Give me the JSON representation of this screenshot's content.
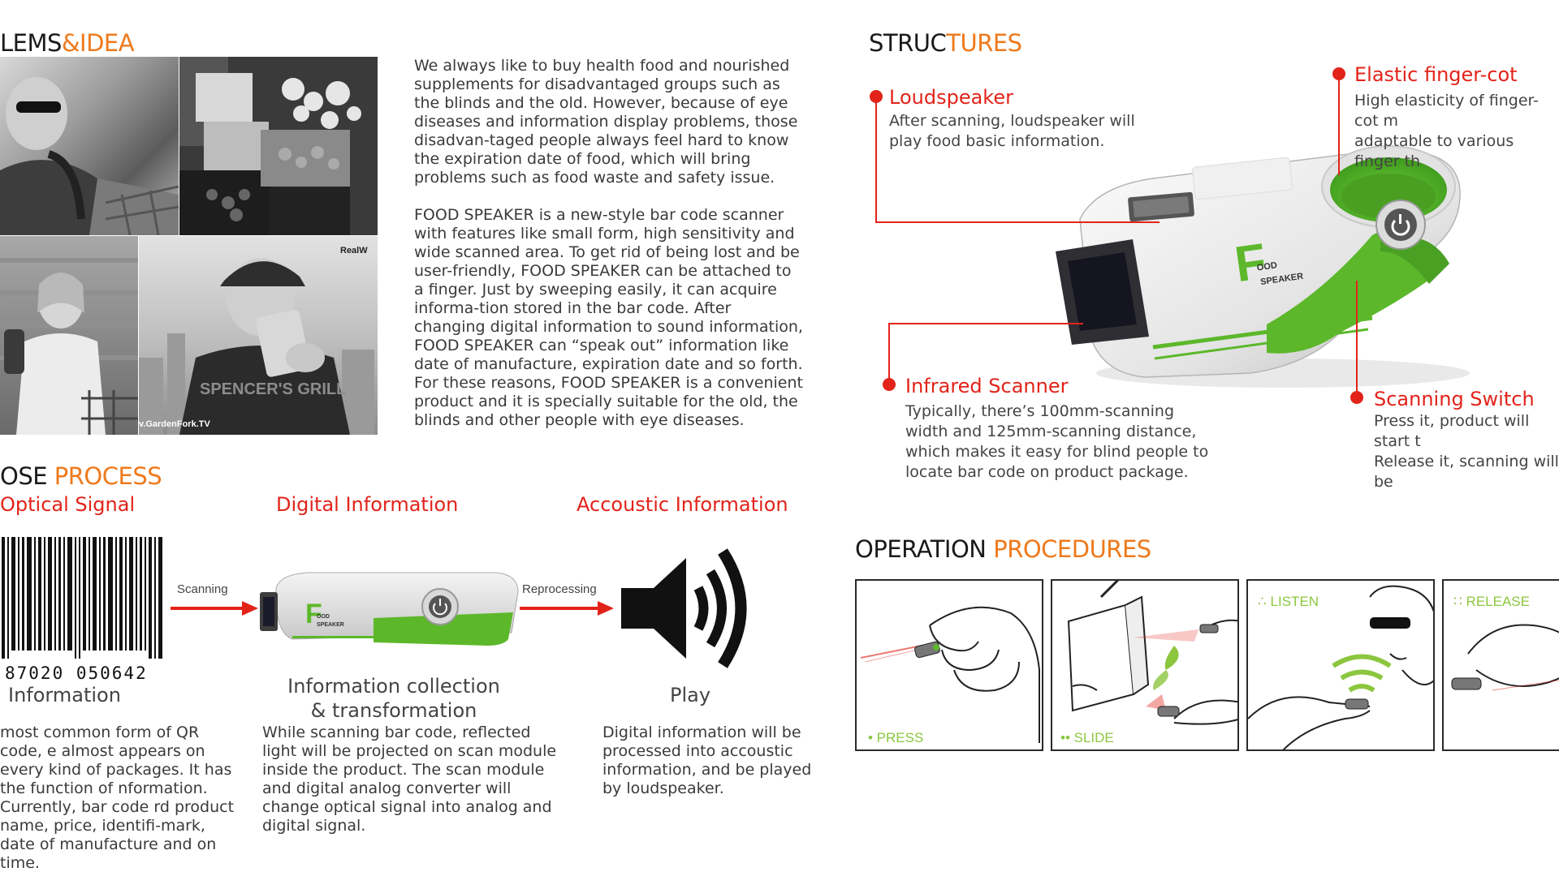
{
  "problems": {
    "title_plain": "LEMS",
    "title_accent": "&IDEA",
    "paragraph1": "We always like to buy health food and nourished supplements for disadvantaged groups such as the blinds and the old. However, because of eye diseases and information display problems, those disadvan-taged people always feel hard to know the expiration date of food, which will bring problems such as food waste and safety issue.",
    "paragraph2": "FOOD SPEAKER is a new-style bar code scanner with features like small form, high sensitivity and wide scanned area. To get rid of being lost and be user-friendly, FOOD SPEAKER can be attached to a finger. Just by sweeping easily, it can acquire informa-tion stored in the bar code. After changing digital information to sound information, FOOD SPEAKER can “speak out” information like date of manufacture, expiration date and so forth. For these reasons, FOOD SPEAKER is a convenient product and it is specially suitable for the old, the blinds and other people with eye diseases.",
    "photo_caption_realworld": "RealW",
    "photo_caption_gardenfork": "v.GardenFork.TV",
    "photo_shirt_text": "SPENCER'S GRILL"
  },
  "process": {
    "title_plain": "OSE ",
    "title_accent": "PROCESS",
    "steps": [
      {
        "label": "Optical Signal",
        "caption": "Information",
        "description": "most common form of  QR code, e almost appears on every kind of packages. It has the function of nformation. Currently, bar code rd product name, price, identifi-mark, date of manufacture and on time."
      },
      {
        "label": "Digital Information",
        "caption": "Information collection\n& transformation",
        "description": "While scanning bar code, reflected light will be projected on scan module inside the product. The scan module and digital analog converter will change optical signal into analog and digital signal."
      },
      {
        "label": "Accoustic Information",
        "caption": "Play",
        "description": "Digital information will be processed into accoustic information, and be played by loudspeaker."
      }
    ],
    "arrow1_label": "Scanning",
    "arrow2_label": "Reprocessing",
    "barcode_digits": "87020 050642"
  },
  "structures": {
    "title_plain": "STRUC",
    "title_accent": "TURES",
    "callouts": [
      {
        "title": "Loudspeaker",
        "body": "After scanning, loudspeaker will\nplay food basic information."
      },
      {
        "title": "Elastic finger-cot",
        "body": "High elasticity of finger-cot m\nadaptable to various finger th"
      },
      {
        "title": "Infrared Scanner",
        "body": "Typically, there’s 100mm-scanning\nwidth and 125mm-scanning distance,\nwhich makes it easy for blind people to\nlocate bar code on product package."
      },
      {
        "title": "Scanning Switch",
        "body": "Press it, product will start t\nRelease it, scanning will be"
      }
    ],
    "product_logo_letter": "F",
    "product_logo_text": "OOD\nSPEAKER"
  },
  "operation": {
    "title_plain": "OPERATION ",
    "title_accent": "PROCEDURES",
    "panels": [
      {
        "label": "• PRESS"
      },
      {
        "label": "•• SLIDE"
      },
      {
        "label": "∴ LISTEN"
      },
      {
        "label": "∷ RELEASE"
      }
    ]
  },
  "colors": {
    "accent_orange": "#ee7a1c",
    "accent_red": "#e2231a",
    "product_green": "#5cb82a",
    "label_green": "#8cc63f"
  }
}
